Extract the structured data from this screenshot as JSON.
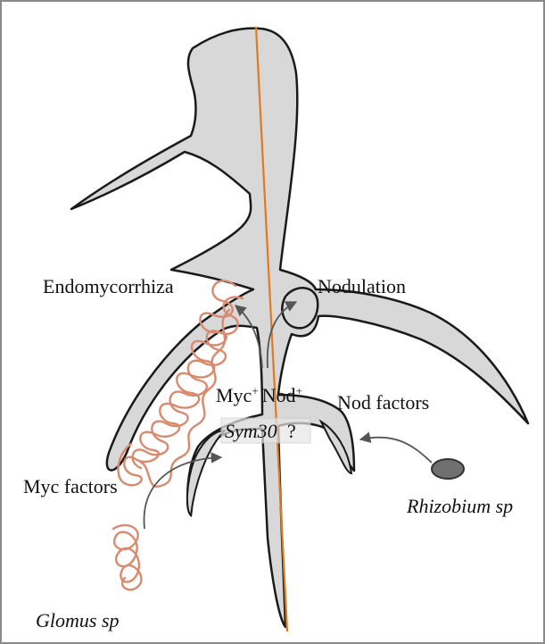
{
  "labels": {
    "endomycorrhiza": "Endomycorrhiza",
    "nodulation": "Nodulation",
    "myc": "Myc",
    "myc_sup": "+",
    "nod": "Nod",
    "nod_sup": "+",
    "sym30": "Sym30",
    "question": "?",
    "nod_factors": "Nod factors",
    "myc_factors": "Myc factors",
    "rhizobium": "Rhizobium sp",
    "glomus": "Glomus sp"
  },
  "colors": {
    "root_fill": "#d8d8d8",
    "root_stroke": "#1a1a1a",
    "axis_line": "#e07a22",
    "hyphae": "#d98a6e",
    "arrow": "#555555",
    "rhizobium_fill": "#707070"
  }
}
